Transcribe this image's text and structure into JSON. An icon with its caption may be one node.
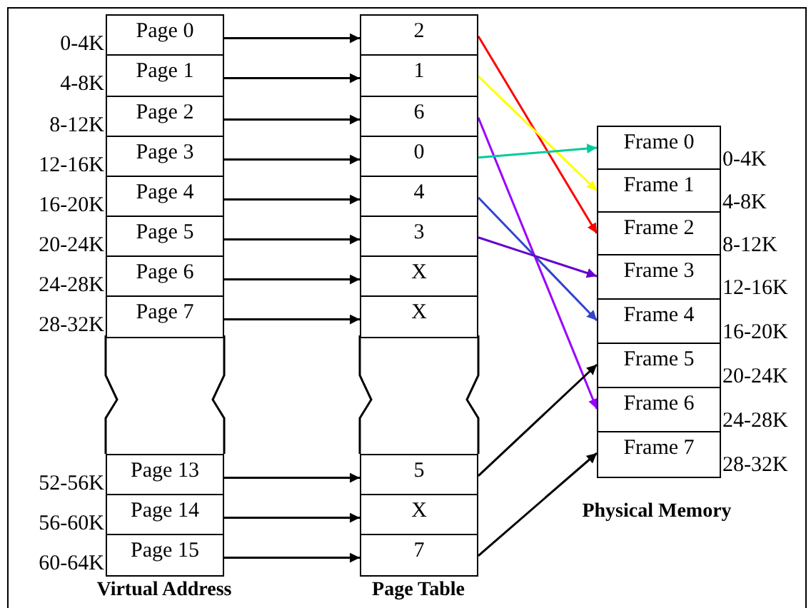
{
  "diagram": {
    "nodes": [
      {
        "text": [
          "Page 0"
        ],
        "beside": [
          "0-4K"
        ]
      },
      {
        "text": [
          "Page 1"
        ],
        "beside": [
          "4-8K"
        ]
      },
      {
        "text": [
          "Page 2"
        ],
        "beside": [
          "8-12K"
        ]
      },
      {
        "text": [
          "Page 3"
        ],
        "beside": [
          "12-16K"
        ]
      },
      {
        "text": [
          "Page 4"
        ],
        "beside": [
          "16-20K"
        ]
      },
      {
        "text": [
          "Page 5"
        ],
        "beside": [
          "20-24K"
        ]
      },
      {
        "text": [
          "Page 6"
        ],
        "beside": [
          "24-28K"
        ]
      },
      {
        "text": [
          "Page 7"
        ],
        "beside": [
          "28-32K"
        ]
      },
      {
        "text": [
          "Page 13"
        ],
        "beside": [
          "52-56K"
        ]
      },
      {
        "text": [
          "Page 14"
        ],
        "beside": [
          "56-60K"
        ]
      },
      {
        "text": [
          "Page 15"
        ],
        "beside": [
          "60-64K"
        ]
      },
      {
        "text": [
          "2"
        ]
      },
      {
        "text": [
          "1"
        ]
      },
      {
        "text": [
          "6"
        ]
      },
      {
        "text": [
          "0"
        ]
      },
      {
        "text": [
          "4"
        ]
      },
      {
        "text": [
          "3"
        ]
      },
      {
        "text": [
          "X"
        ]
      },
      {
        "text": [
          "X"
        ]
      },
      {
        "text": [
          "5"
        ]
      },
      {
        "text": [
          "X"
        ]
      },
      {
        "text": [
          "7"
        ]
      },
      {
        "text": [
          "Frame 0"
        ],
        "beside": [
          "0-4K"
        ]
      },
      {
        "text": [
          "Frame 1"
        ],
        "beside": [
          "4-8K"
        ]
      },
      {
        "text": [
          "Frame 2"
        ],
        "beside": [
          "8-12K"
        ]
      },
      {
        "text": [
          "Frame 3"
        ],
        "beside": [
          "12-16K"
        ]
      },
      {
        "text": [
          "Frame 4"
        ],
        "beside": [
          "16-20K"
        ]
      },
      {
        "text": [
          "Frame 5"
        ],
        "beside": [
          "20-24K"
        ]
      },
      {
        "text": [
          "Frame 6"
        ],
        "beside": [
          "24-28K"
        ]
      },
      {
        "text": [
          "Frame 7"
        ],
        "beside": [
          "28-32K"
        ]
      }
    ],
    "edges": [
      {
        "from": 0,
        "to": 11,
        "arrow": "to"
      },
      {
        "from": 1,
        "to": 12,
        "arrow": "to"
      },
      {
        "from": 2,
        "to": 13,
        "arrow": "to"
      },
      {
        "from": 3,
        "to": 14,
        "arrow": "to"
      },
      {
        "from": 4,
        "to": 15,
        "arrow": "to"
      },
      {
        "from": 5,
        "to": 16,
        "arrow": "to"
      },
      {
        "from": 6,
        "to": 17,
        "arrow": "to"
      },
      {
        "from": 7,
        "to": 18,
        "arrow": "to"
      },
      {
        "from": 8,
        "to": 19,
        "arrow": "to"
      },
      {
        "from": 9,
        "to": 20,
        "arrow": "to"
      },
      {
        "from": 10,
        "to": 21,
        "arrow": "to"
      },
      {
        "from": 11,
        "to": 24,
        "arrow": "to",
        "color": "#ff0000"
      },
      {
        "from": 12,
        "to": 23,
        "arrow": "to",
        "color": "#ffff00"
      },
      {
        "from": 13,
        "to": 28,
        "arrow": "to",
        "color": "#9900ff"
      },
      {
        "from": 14,
        "to": 22,
        "arrow": "to",
        "color": "#00cc99"
      },
      {
        "from": 15,
        "to": 26,
        "arrow": "to",
        "color": "#3344cc"
      },
      {
        "from": 16,
        "to": 25,
        "arrow": "to",
        "color": "#6600cc"
      },
      {
        "from": 19,
        "to": 27,
        "arrow": "to"
      },
      {
        "from": 21,
        "to": 29,
        "arrow": "to"
      }
    ],
    "labels": [
      "Virtual Address",
      "Page Table",
      "Physical Memory"
    ]
  }
}
